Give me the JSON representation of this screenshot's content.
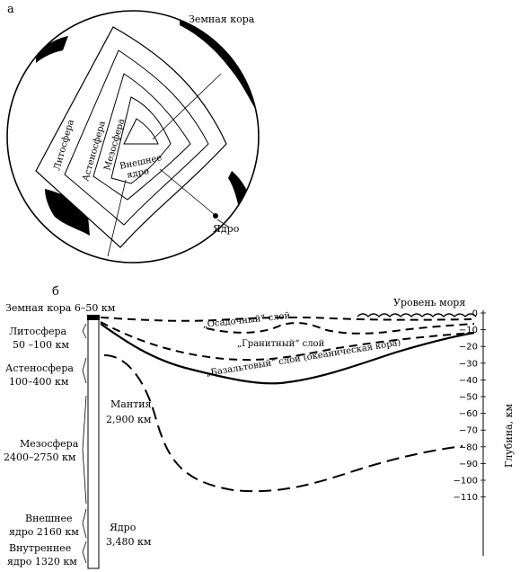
{
  "panel_a": {
    "letter": "а",
    "crust": "Земная кора",
    "lithosphere": "Литосфера",
    "asthenosphere": "Астеносфера",
    "mesosphere": "Мезосфера",
    "outer_core_1": "Внешнее",
    "outer_core_2": "ядро",
    "core": "Ядро"
  },
  "panel_b": {
    "letter": "б",
    "crust_label": "Земная кора 6–50 км",
    "sea_level": "Уровень моря",
    "sedimentary": "„Осадочный“ слой",
    "granite": "„Гранитный“ слой",
    "basalt": "„Базальтовый“ слой (океаническая кора)",
    "mantle": "Мантия",
    "mantle_km": "2,900 км",
    "core": "Ядро",
    "core_km": "3,480 км",
    "left_labels": [
      "Литосфера",
      "50 –100 км",
      "Астеносфера",
      "100–400 км",
      "Мезосфера",
      "2400–2750 км",
      "Внешнее",
      "ядро 2160 км",
      "Внутреннее",
      "ядро 1320 км"
    ],
    "axis_title": "Глубина, км",
    "depth_ticks": [
      0,
      -10,
      -20,
      -30,
      -40,
      -50,
      -60,
      -70,
      -80,
      -90,
      -100,
      -110
    ]
  }
}
